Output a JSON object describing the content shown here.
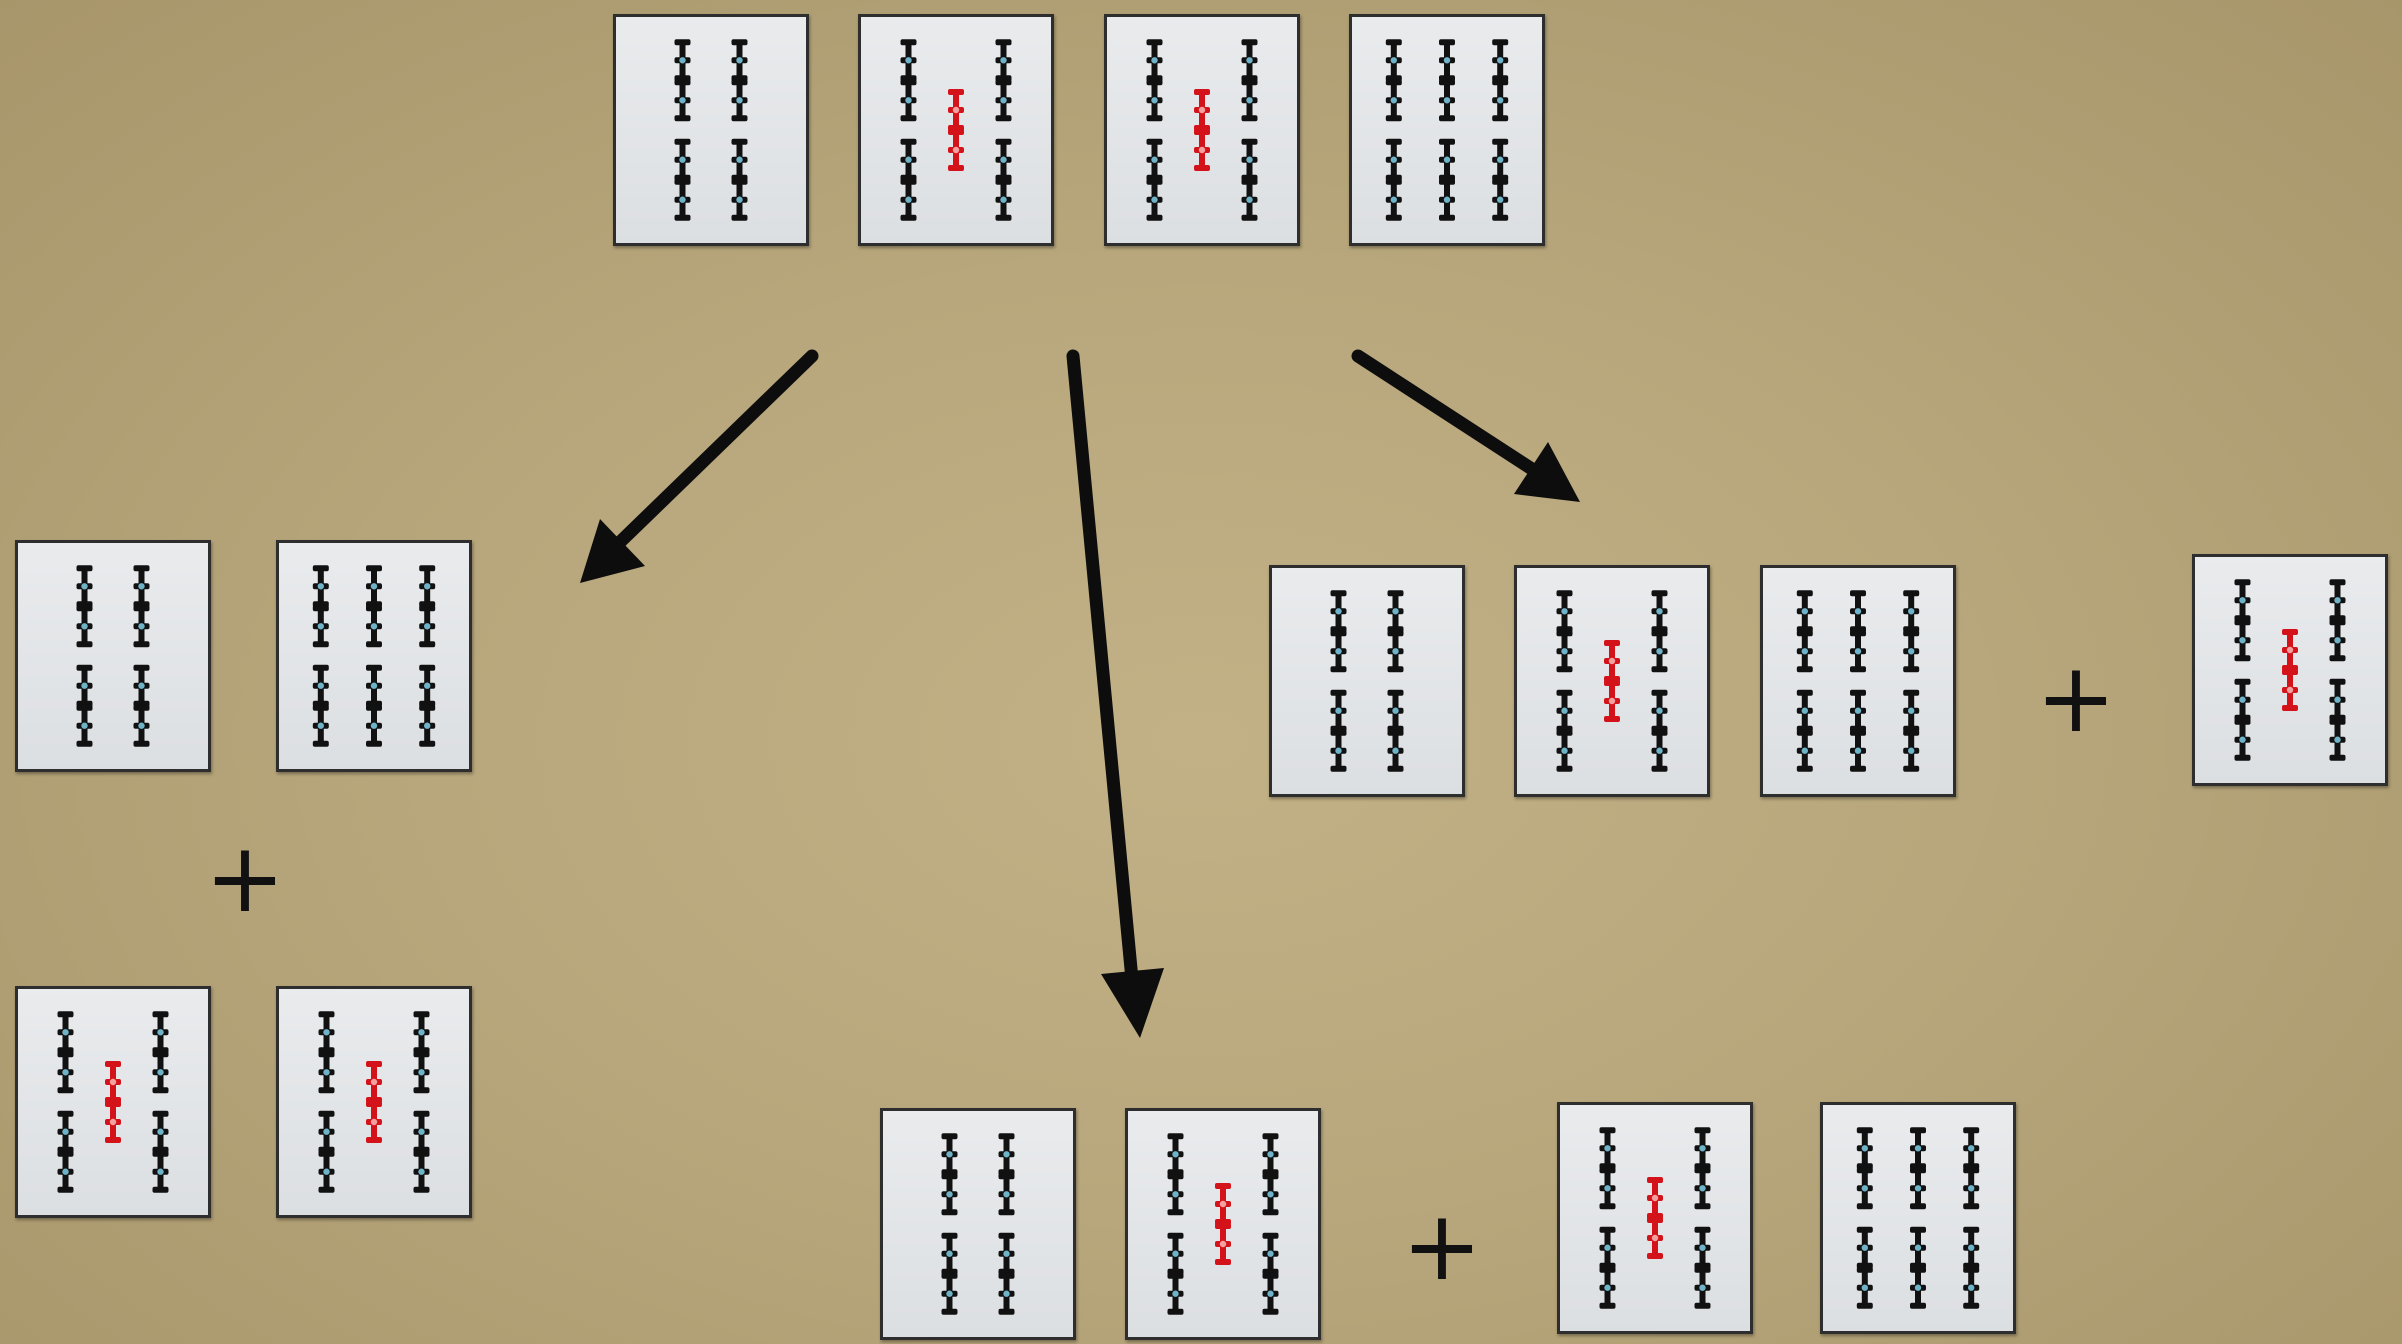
{
  "plus_sign": "+",
  "colors": {
    "background": "#b8a77c",
    "stick": "#111111",
    "red_stick": "#d4121a",
    "dot": "#6fb3c8"
  },
  "tiles": {
    "top": [
      "sou-4",
      "sou-5",
      "sou-5",
      "sou-6"
    ],
    "left": {
      "pair": [
        "sou-4",
        "sou-6"
      ],
      "rest": [
        "sou-5",
        "sou-5"
      ]
    },
    "right": {
      "run": [
        "sou-4",
        "sou-5",
        "sou-6"
      ],
      "rest": [
        "sou-5"
      ]
    },
    "bottom": {
      "first": [
        "sou-4",
        "sou-5"
      ],
      "second": [
        "sou-5",
        "sou-6"
      ]
    }
  }
}
